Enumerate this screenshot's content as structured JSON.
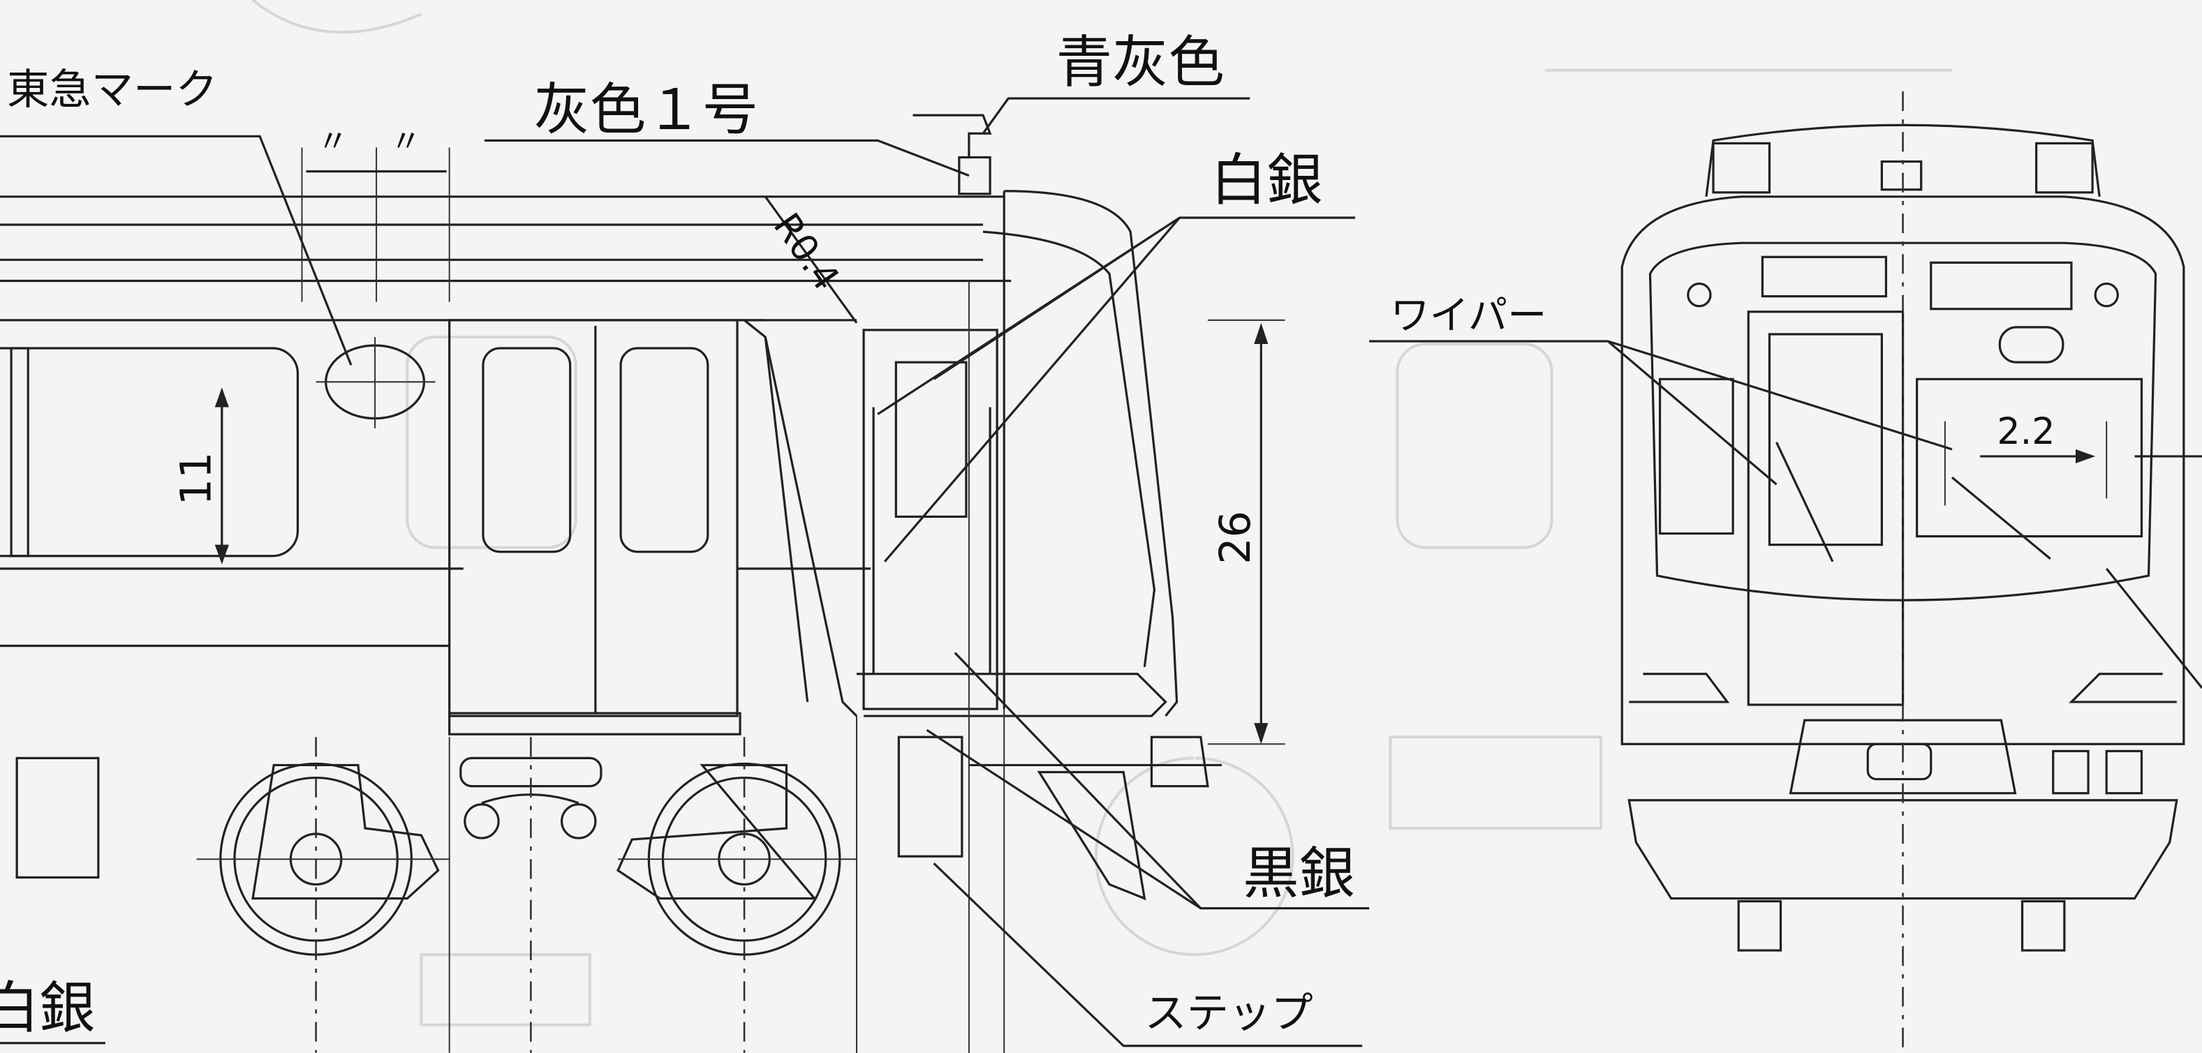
{
  "drawing": {
    "labels": {
      "tokyu_mark": "東急マーク",
      "gray_no1": "灰色１号",
      "blue_gray": "青灰色",
      "white_silver_top": "白銀",
      "wiper": "ワイパー",
      "black_silver": "黒銀",
      "step": "ステップ",
      "white_silver_bottom": "白銀"
    },
    "dimensions": {
      "window_height": "11",
      "body_height": "26",
      "corner_radius": "R0.4",
      "wiper_offset": "2.2",
      "ditto_left": "〃",
      "ditto_right": "〃"
    },
    "colors": {
      "paper": "#f4f4f2",
      "ink": "#222222",
      "ghost": "#d4d6da"
    }
  }
}
